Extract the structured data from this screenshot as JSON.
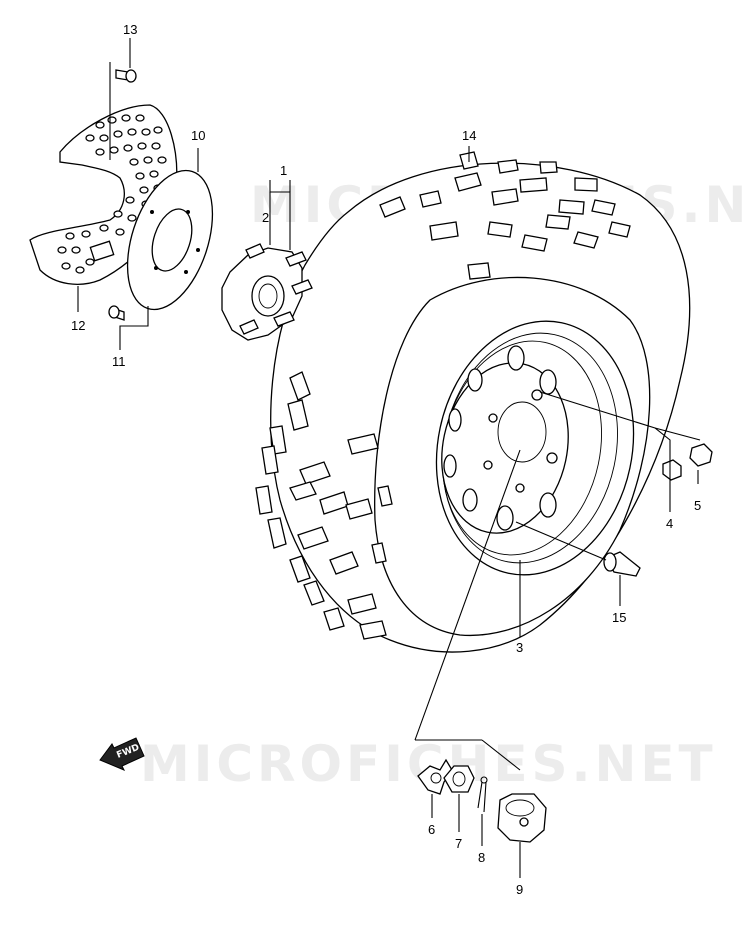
{
  "watermark": {
    "text": "MICROFICHES.NET"
  },
  "fwd_label": "FWD",
  "callouts": {
    "c1": "1",
    "c2": "2",
    "c3": "3",
    "c4": "4",
    "c5": "5",
    "c6": "6",
    "c7": "7",
    "c8": "8",
    "c9": "9",
    "c10": "10",
    "c11": "11",
    "c12": "12",
    "c13": "13",
    "c14": "14",
    "c15": "15"
  }
}
